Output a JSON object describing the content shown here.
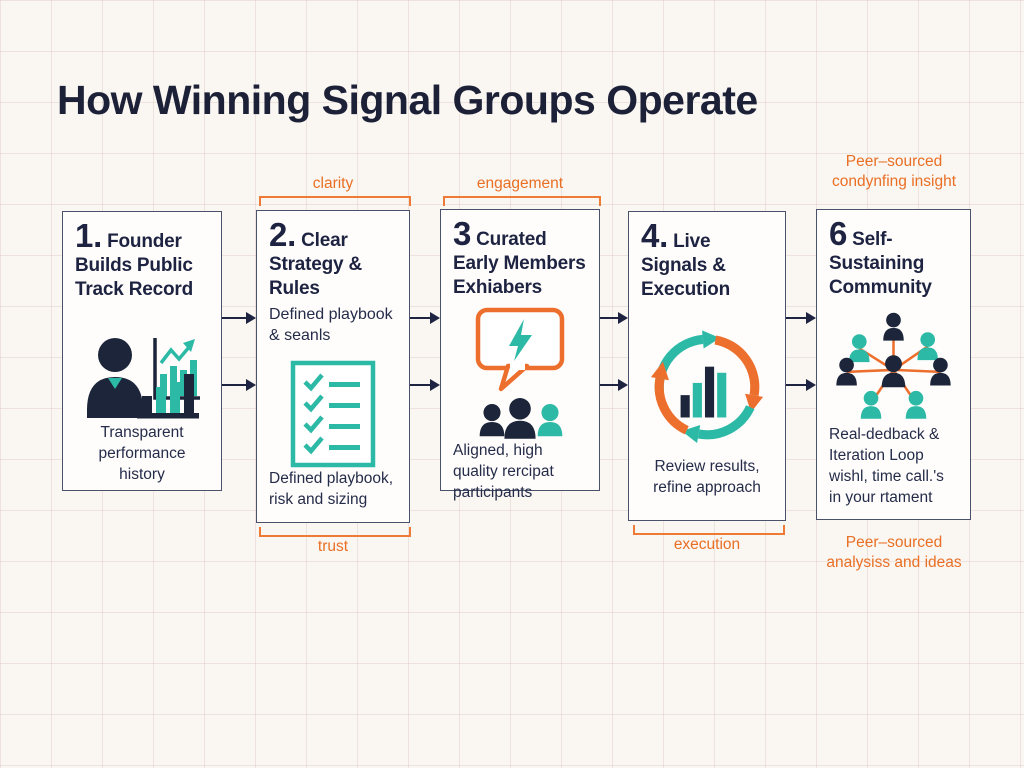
{
  "title": "How Winning Signal Groups Operate",
  "colors": {
    "navy": "#1d2340",
    "teal": "#2cb9a6",
    "orange": "#e96f24",
    "background": "#faf6f2",
    "box_border": "#49526a"
  },
  "steps": [
    {
      "num": "1.",
      "name": "Founder\nBuilds Public\nTrack Record",
      "caption": "Transparent\nperformance history",
      "icon": "founder-track-record-icon"
    },
    {
      "num": "2.",
      "name": "Clear\nStrategy &\nRules",
      "subtitle": "Defined playbook\n& seanls",
      "caption": "Defined playbook,\nrisk and sizing",
      "top_label": "clarity",
      "bottom_label": "trust",
      "icon": "checklist-icon"
    },
    {
      "num": "3",
      "name": "Curated\nEarly Members\nExhiabers",
      "caption": "Aligned, high\nquality rercipat\nparticipants",
      "top_label": "engagement",
      "icon": "chat-lightning-people-icon"
    },
    {
      "num": "4.",
      "name": "Live\nSignals &\nExecution",
      "caption": "Review results,\nrefine approach",
      "bottom_label": "execution",
      "icon": "cycle-chart-icon"
    },
    {
      "num": "6",
      "name": "Self-\nSustaining\nCommunity",
      "caption": "Real-dedback &\nIteration Loop\nwishl, time call.'s\nin your rtament",
      "top_label": "Peer–sourced\ncondynfing insight",
      "bottom_label": "Peer–sourced\nanalysiss and ideas",
      "icon": "community-network-icon"
    }
  ]
}
